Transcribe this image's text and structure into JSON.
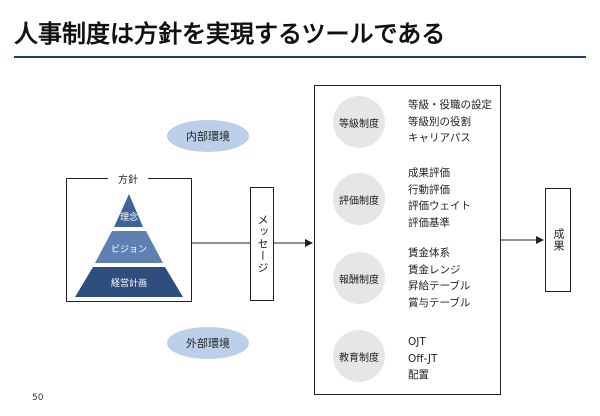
{
  "slide": {
    "title": "人事制度は方針を実現するツールである",
    "page_number": "50"
  },
  "environment": {
    "internal": "内部環境",
    "external": "外部環境"
  },
  "policy": {
    "caption": "方針",
    "levels": [
      "理念",
      "ビジョン",
      "経営計画"
    ]
  },
  "message": "メッセージ",
  "systems": [
    {
      "name": "等級制度",
      "items": [
        "等級・役職の設定",
        "等級別の役割",
        "キャリアパス"
      ]
    },
    {
      "name": "評価制度",
      "items": [
        "成果評価",
        "行動評価",
        "評価ウェイト",
        "評価基準"
      ]
    },
    {
      "name": "報酬制度",
      "items": [
        "賃金体系",
        "賃金レンジ",
        "昇給テーブル",
        "賞与テーブル"
      ]
    },
    {
      "name": "教育制度",
      "items": [
        "OJT",
        "Off-JT",
        "配置"
      ]
    }
  ],
  "result": "成果",
  "colors": {
    "title_rule": "#1f3f6e",
    "ellipse": "#bccfe8",
    "pyramid_top": "#3f6398",
    "pyramid_mid": "#5e80b3",
    "pyramid_bottom": "#2f4e7e",
    "circle": "#e6e6e6"
  }
}
